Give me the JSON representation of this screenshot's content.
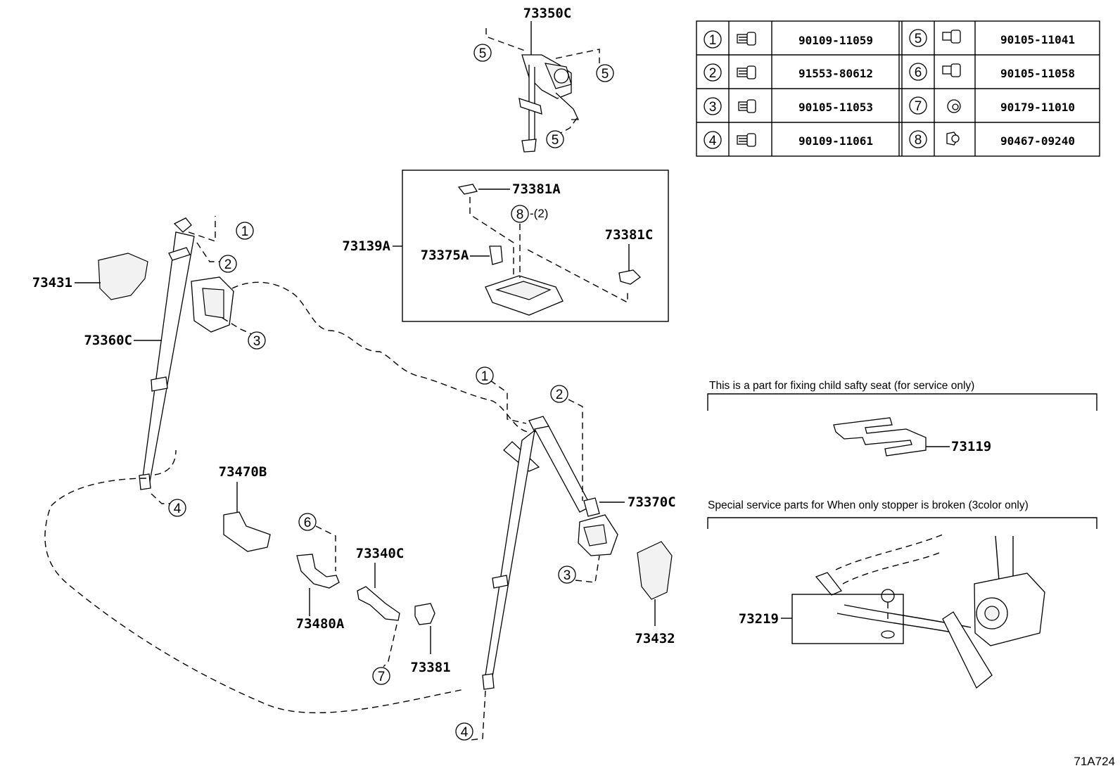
{
  "part_labels": {
    "p73350C": "73350C",
    "p73381A": "73381A",
    "p73139A": "73139A",
    "p73375A": "73375A",
    "p73381C": "73381C",
    "p73431": "73431",
    "p73360C": "73360C",
    "p73470B": "73470B",
    "p73480A": "73480A",
    "p73340C": "73340C",
    "p73381": "73381",
    "p73370C": "73370C",
    "p73432": "73432",
    "p73119": "73119",
    "p73219": "73219"
  },
  "bracket_qty": "-(2)",
  "fastener_table": {
    "left": [
      {
        "num": "1",
        "part_no": "90109-11059"
      },
      {
        "num": "2",
        "part_no": "91553-80612"
      },
      {
        "num": "3",
        "part_no": "90105-11053"
      },
      {
        "num": "4",
        "part_no": "90109-11061"
      }
    ],
    "right": [
      {
        "num": "5",
        "part_no": "90105-11041"
      },
      {
        "num": "6",
        "part_no": "90105-11058"
      },
      {
        "num": "7",
        "part_no": "90179-11010"
      },
      {
        "num": "8",
        "part_no": "90467-09240"
      }
    ]
  },
  "callouts": {
    "c5a": "5",
    "c5b": "5",
    "c5c": "5",
    "c1a": "1",
    "c2a": "2",
    "c3a": "3",
    "c4a": "4",
    "c8": "8",
    "c1b": "1",
    "c2b": "2",
    "c3b": "3",
    "c4b": "4",
    "c6": "6",
    "c7": "7"
  },
  "notes": {
    "child_seat": "This is a part for fixing child safty seat (for service only)",
    "stopper": "Special service parts for When only stopper is broken (3color only)"
  },
  "figure_code": "71A724"
}
